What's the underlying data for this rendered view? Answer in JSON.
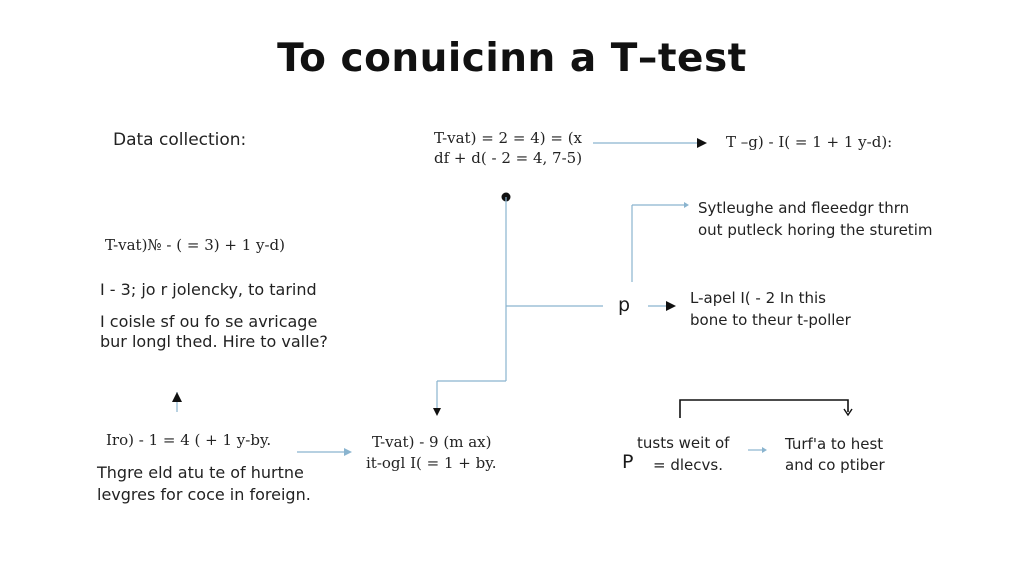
{
  "title": "To conuicinn a T–test",
  "left": {
    "heading": "Data collection:",
    "formula": "T-vat)№ - ( = 3) + 1 y-d)",
    "line1": "I - 3; jo r jolencky, to tarind",
    "para_a": "I coisle sf ou fo se avricage",
    "para_b": "bur longl thed. Hire to valle?",
    "bottom_formula": "Iro) - 1 = 4 ( + 1 y-by.",
    "note_a": "Thgre eld atu te of hurtne",
    "note_b": "levgres for coce in foreign."
  },
  "center": {
    "formula_a": "T-vat) = 2 = 4) = (x",
    "formula_b": "df + d( - 2 = 4, 7-5)",
    "result_a": "T-vat) - 9 (m ax)",
    "result_b": "it-ogl I( = 1 + by."
  },
  "right": {
    "top_formula": "T –g) - I( = 1  + 1 y-d):",
    "desc_a": "Sytleughe and fleeedgr thrn",
    "desc_b": "out putleck horing the sturetim",
    "p_label": "p",
    "label_a": "L-apel I( - 2 In this",
    "label_b": "bone to theur t-poller",
    "box_a": "tusts weit of",
    "box_b": "= dlecvs.",
    "box_p": "P",
    "final_a": "Turf'a to hest",
    "final_b": "and co ptiber"
  },
  "colors": {
    "connector": "#8ab4cf",
    "arrow": "#111111"
  }
}
